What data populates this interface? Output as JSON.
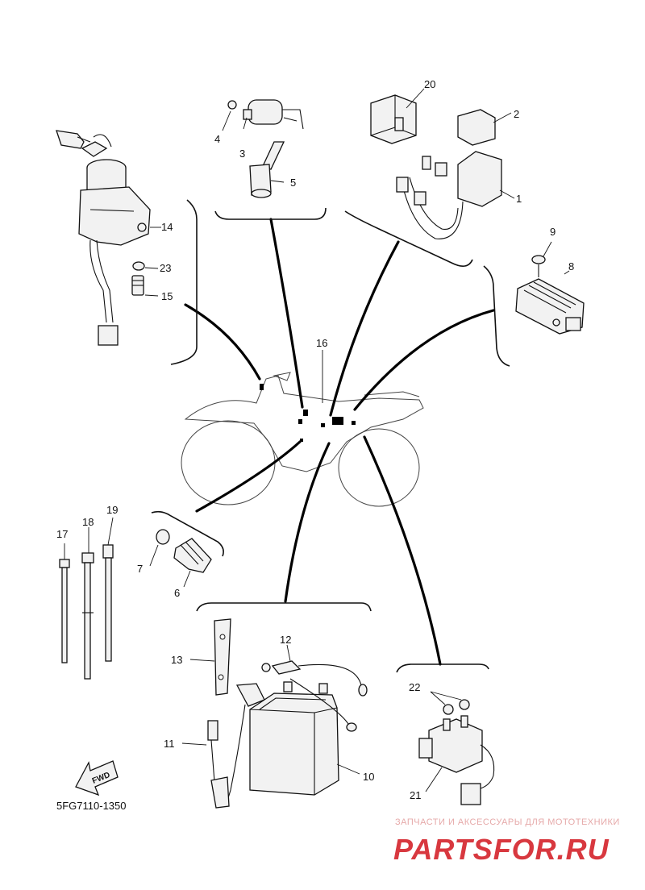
{
  "diagram_code": "5FG7110-1350",
  "fwd_label": "FWD",
  "watermark": {
    "tagline": "ЗАПЧАСТИ И АКСЕССУАРЫ ДЛЯ МОТОТЕХНИКИ",
    "brand": "PARTSFOR.RU",
    "brand_color": "#d8383f"
  },
  "callouts": {
    "c1": "1",
    "c2": "2",
    "c3": "3",
    "c4": "4",
    "c5": "5",
    "c6": "6",
    "c7": "7",
    "c8": "8",
    "c9": "9",
    "c10": "10",
    "c11": "11",
    "c12": "12",
    "c13": "13",
    "c14": "14",
    "c15": "15",
    "c16": "16",
    "c17": "17",
    "c18": "18",
    "c19": "19",
    "c20": "20",
    "c21": "21",
    "c22": "22",
    "c23": "23"
  }
}
